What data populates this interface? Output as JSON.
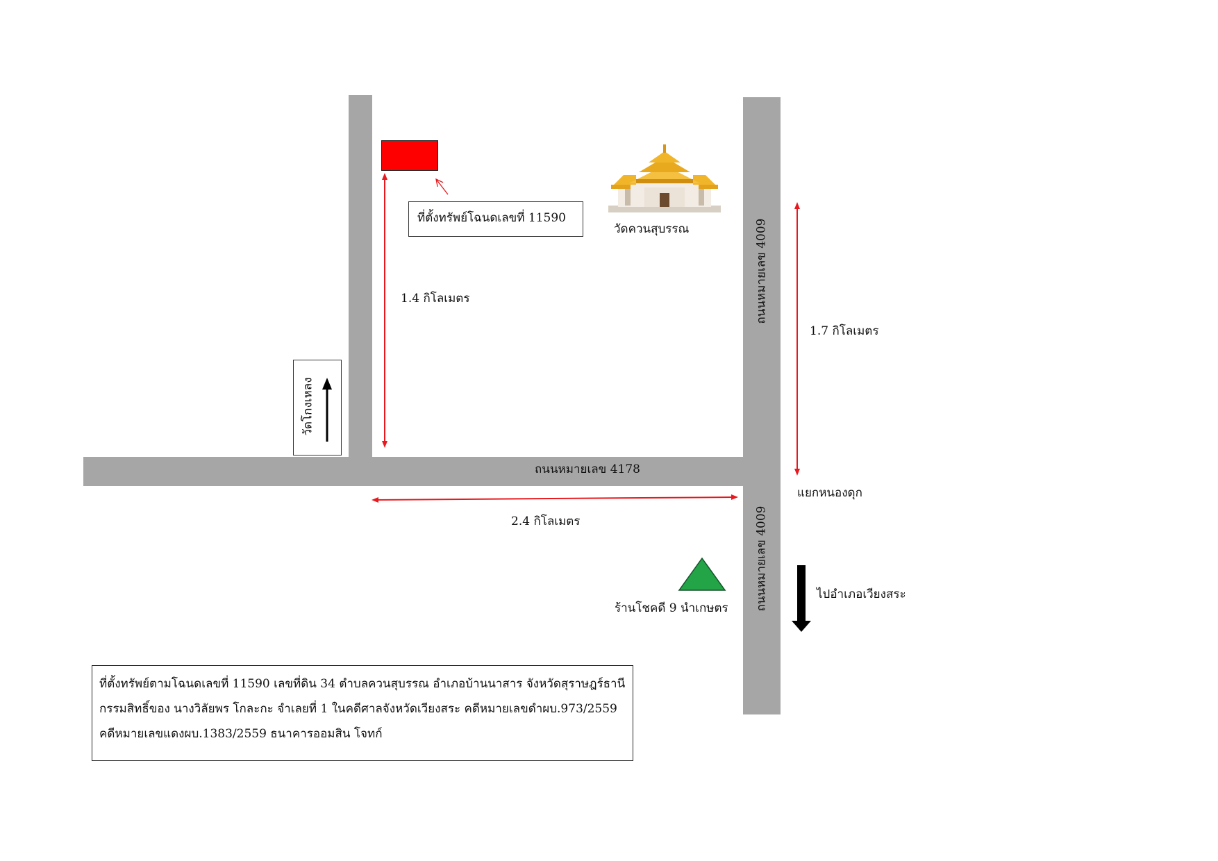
{
  "map": {
    "property_label": "ที่ตั้งทรัพย์โฉนดเลขที่   11590",
    "temple_name": "วัดควนสุบรรณ",
    "road_4009_label": "ถนนหมายเลข  4009",
    "road_4178_label": "ถนนหมายเลข  4178",
    "distance_north_left": "1.4  กิโลเมตร",
    "distance_north_right": "1.7 กิโลเมตร",
    "distance_east": "2.4 กิโลเมตร",
    "junction_name": "แยกหนองดุก",
    "to_district": "ไปอำเภอเวียงสระ",
    "to_temple_left": "วัดโกงเหลง",
    "shop_name": "ร้านโชคดี 9 นำเกษตร",
    "colors": {
      "road": "#a6a6a6",
      "property": "#ff0000",
      "landmark": "#22a447",
      "distance": "#e8191e"
    }
  },
  "info": {
    "line1": "ที่ตั้งทรัพย์ตามโฉนดเลขที่  11590 เลขที่ดิน 34  ตำบลควนสุบรรณ  อำเภอบ้านนาสาร จังหวัดสุราษฎร์ธานี",
    "line2": "กรรมสิทธิ์ของ นางวิลัยพร   โกละกะ  จำเลยที่ 1      ในคดีศาลจังหวัดเวียงสระ คดีหมายเลขดำผบ.973/2559",
    "line3": "คดีหมายเลขแดงผบ.1383/2559  ธนาคารออมสิน โจทก์"
  }
}
